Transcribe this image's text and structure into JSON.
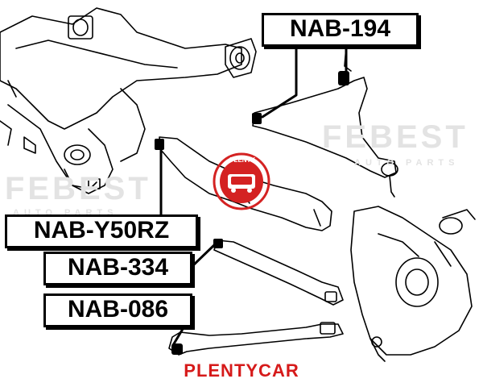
{
  "parts": {
    "nab_194": "NAB-194",
    "nab_y50rz": "NAB-Y50RZ",
    "nab_334": "NAB-334",
    "nab_086": "NAB-086"
  },
  "watermark": {
    "brand": "FEBEST",
    "sub": "AUTO PARTS"
  },
  "seal": {
    "text": "PLENTY"
  },
  "footer": {
    "brand": "PLENTYCAR"
  },
  "colors": {
    "label_border": "#000000",
    "accent_red": "#d61a1a",
    "seal_red": "#d42222",
    "line_art": "#000000"
  }
}
